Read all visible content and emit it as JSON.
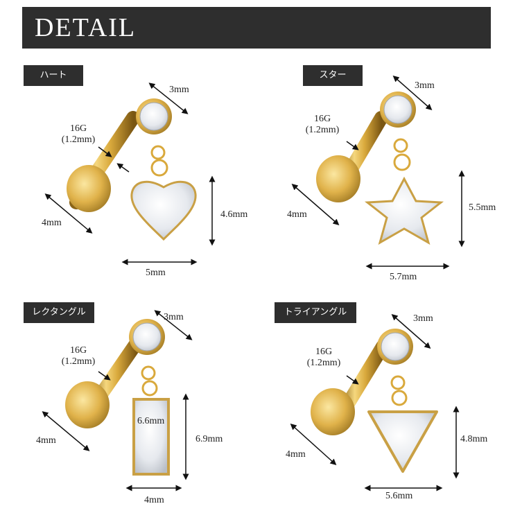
{
  "banner": {
    "title": "DETAIL"
  },
  "panels": [
    {
      "name": "ハート",
      "gauge": "16G",
      "gauge_mm": "(1.2mm)",
      "stone": "3mm",
      "disc": "4mm",
      "height": "4.6mm",
      "width": "5mm"
    },
    {
      "name": "スター",
      "gauge": "16G",
      "gauge_mm": "(1.2mm)",
      "stone": "3mm",
      "disc": "4mm",
      "height": "5.5mm",
      "width": "5.7mm"
    },
    {
      "name": "レクタングル",
      "gauge": "16G",
      "gauge_mm": "(1.2mm)",
      "stone": "3mm",
      "disc": "4mm",
      "height": "6.9mm",
      "width": "4mm",
      "inner": "6.6mm"
    },
    {
      "name": "トライアングル",
      "gauge": "16G",
      "gauge_mm": "(1.2mm)",
      "stone": "3mm",
      "disc": "4mm",
      "height": "4.8mm",
      "width": "5.6mm"
    }
  ],
  "colors": {
    "banner": "#2e2e2e",
    "gold": "#d9a93c",
    "gold_dark": "#9a7420",
    "gem": "#eef0f3"
  }
}
